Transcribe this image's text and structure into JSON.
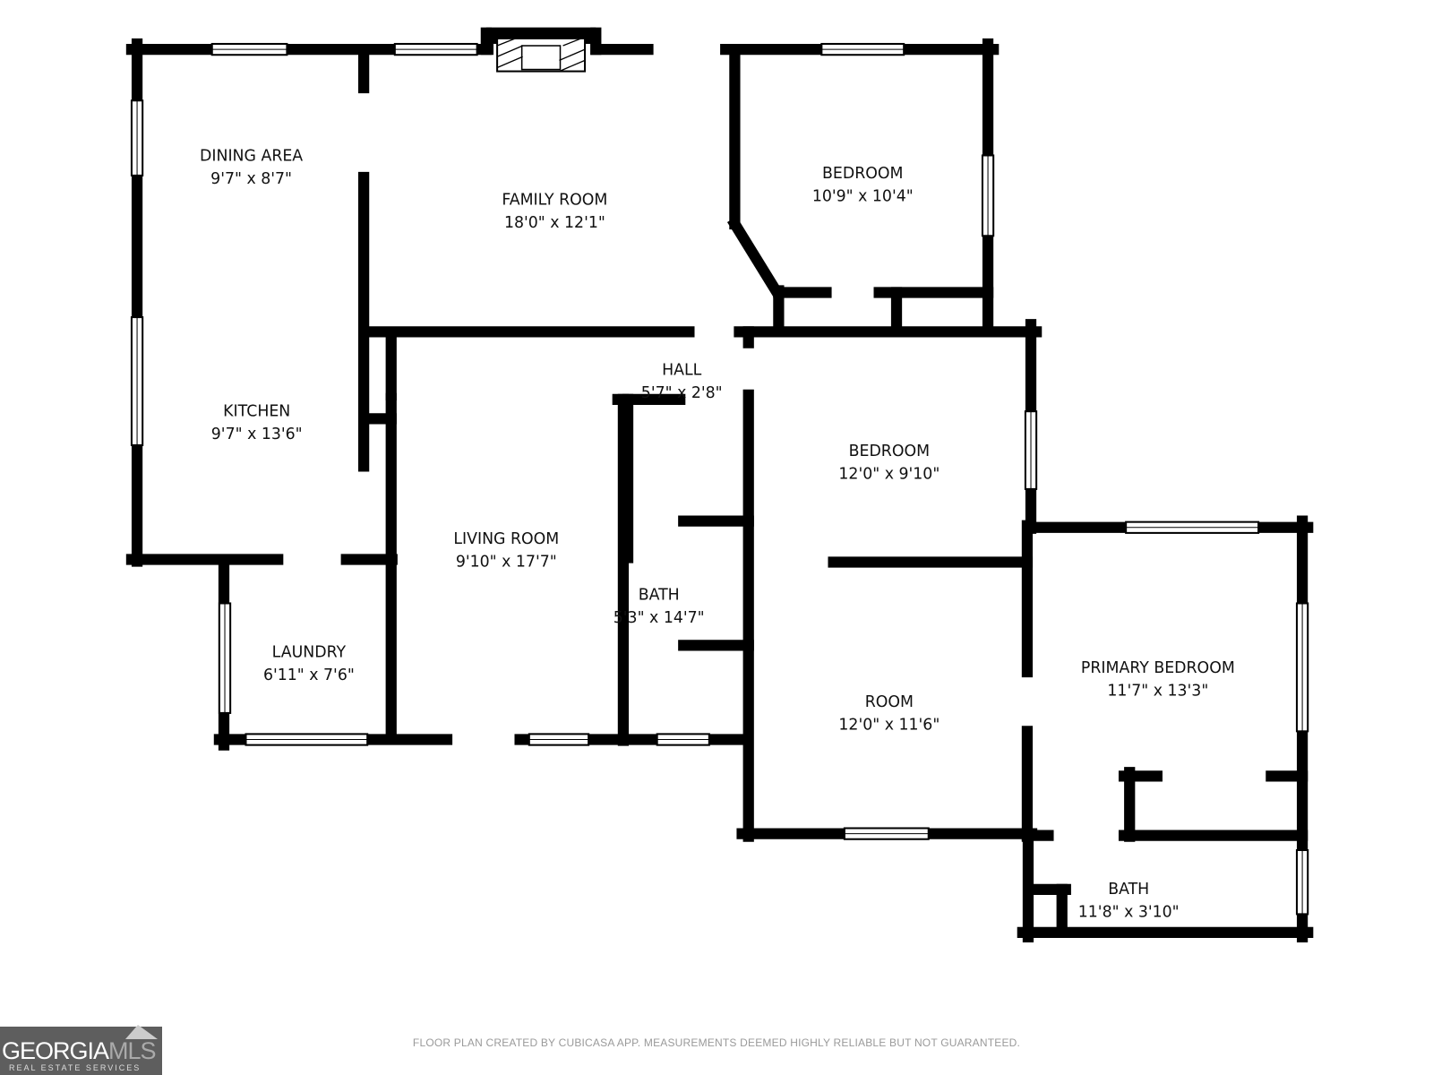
{
  "rooms": [
    {
      "name": "DINING AREA",
      "size": "9'7\" x 8'7\""
    },
    {
      "name": "FAMILY ROOM",
      "size": "18'0\" x 12'1\""
    },
    {
      "name": "BEDROOM",
      "size": "10'9\" x 10'4\""
    },
    {
      "name": "KITCHEN",
      "size": "9'7\" x 13'6\""
    },
    {
      "name": "HALL",
      "size": "5'7\" x 2'8\""
    },
    {
      "name": "BEDROOM",
      "size": "12'0\" x 9'10\""
    },
    {
      "name": "LIVING ROOM",
      "size": "9'10\" x 17'7\""
    },
    {
      "name": "BATH",
      "size": "5'3\" x 14'7\""
    },
    {
      "name": "LAUNDRY",
      "size": "6'11\" x 7'6\""
    },
    {
      "name": "PRIMARY BEDROOM",
      "size": "11'7\" x 13'3\""
    },
    {
      "name": "ROOM",
      "size": "12'0\" x 11'6\""
    },
    {
      "name": "BATH",
      "size": "11'8\" x 3'10\""
    }
  ],
  "disclaimer": "FLOOR PLAN CREATED BY CUBICASA APP. MEASUREMENTS DEEMED HIGHLY RELIABLE BUT NOT GUARANTEED.",
  "logo": {
    "brand_a": "GEORGIA",
    "brand_b": "MLS",
    "tagline": "REAL ESTATE SERVICES"
  },
  "colors": {
    "wall": "#000000",
    "background": "#ffffff",
    "disclaimer": "#9a9a9a",
    "logo_bg": "#5e5e5e"
  }
}
